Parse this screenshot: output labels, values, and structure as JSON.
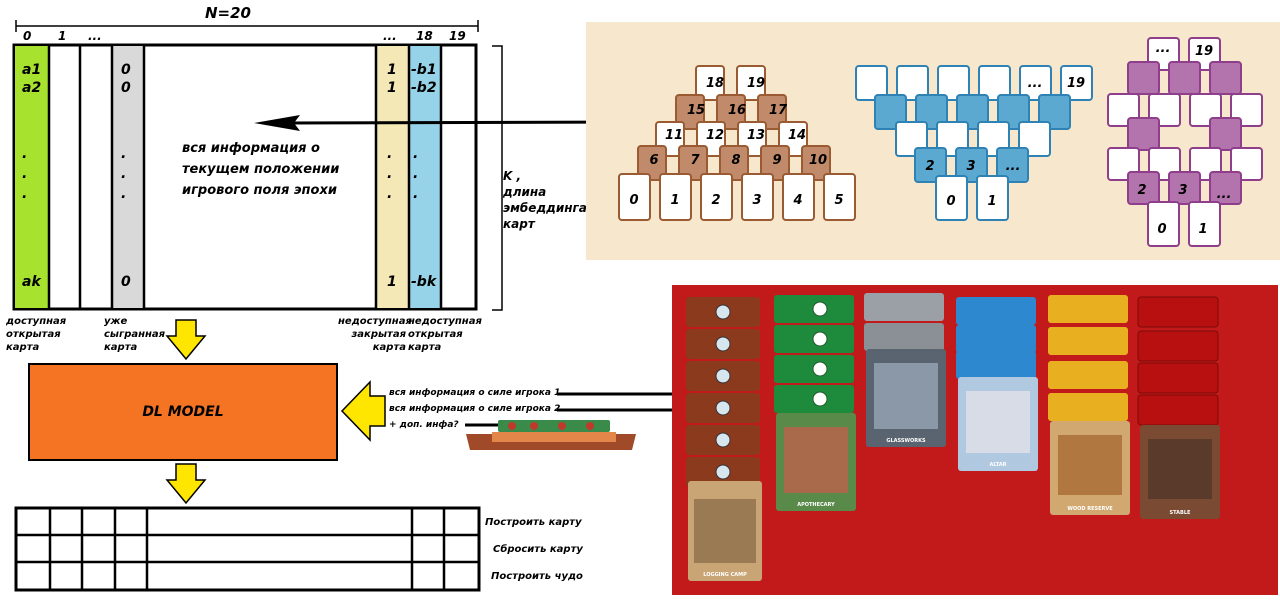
{
  "matrix": {
    "title": "N=20",
    "columns": {
      "c0": "0",
      "c1": "1",
      "c2": "...",
      "c17": "...",
      "c18": "18",
      "c19": "19"
    },
    "col_a": [
      "a1",
      "a2",
      ".",
      ".",
      ".",
      "ak"
    ],
    "col_played": [
      "0",
      "0",
      ".",
      ".",
      ".",
      "0"
    ],
    "col_closed": [
      "1",
      "1",
      ".",
      ".",
      ".",
      "1"
    ],
    "col_open": [
      "-b1",
      "-b2",
      ".",
      ".",
      ".",
      "-bk"
    ],
    "center_text": [
      "вся информация о",
      "текущем положении",
      "игрового поля эпохи"
    ],
    "k_label": [
      "K ,",
      "длина",
      "эмбеддинга",
      "карт"
    ],
    "captions": {
      "available": [
        "доступная",
        "открытая",
        "карта"
      ],
      "played": [
        "уже",
        "сыгранная",
        "карта"
      ],
      "closed": [
        "недоступная",
        "закрытая",
        "карта"
      ],
      "open": [
        "недоступная",
        "открытая",
        "карта"
      ]
    }
  },
  "model": {
    "label": "DL MODEL",
    "inputs": [
      "вся информация о силе игрока 1",
      "вся информация о силе игрока 2",
      "+ доп. инфа?"
    ],
    "color": "#f57424"
  },
  "outputs": {
    "actions": [
      "Построить карту",
      "Сбросить карту",
      "Построить чудо"
    ]
  },
  "layouts": {
    "brown": {
      "row1": [
        "18",
        "19"
      ],
      "row2": [
        "15",
        "16",
        "17"
      ],
      "row3": [
        "11",
        "12",
        "13",
        "14"
      ],
      "row4": [
        "6",
        "7",
        "8",
        "9",
        "10"
      ],
      "row5": [
        "0",
        "1",
        "2",
        "3",
        "4",
        "5"
      ]
    },
    "blue": {
      "top_dots": "...",
      "top_last": "19",
      "mid": [
        "2",
        "3",
        "..."
      ],
      "bottom": [
        "0",
        "1"
      ]
    },
    "purple": {
      "top": [
        "...",
        "19"
      ],
      "mid": [
        "2",
        "3",
        "..."
      ],
      "bottom": [
        "0",
        "1"
      ]
    }
  },
  "photo": {
    "card_names": [
      "LOGGING CAMP",
      "APOTHECARY",
      "GLASSWORKS",
      "ALTAR",
      "WOOD RESERVE",
      "STABLE"
    ]
  },
  "colors": {
    "green_col": "#a6e22e",
    "gray_col": "#d9d9d9",
    "tan_col": "#f3e8b6",
    "blue_col": "#96d2e8",
    "arrow_yellow": "#ffe600",
    "parchment": "#f7e7cc",
    "card_brown": "#c08a6b",
    "card_blue": "#5ba9d1",
    "card_purple": "#b374ad",
    "felt_red": "#c21a1a"
  }
}
